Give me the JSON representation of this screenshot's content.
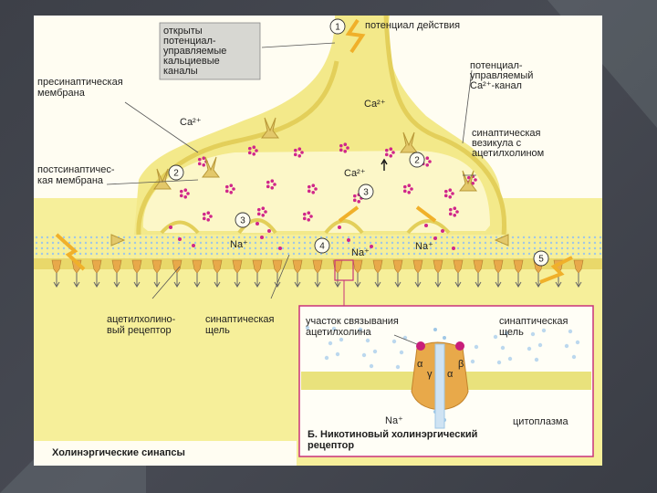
{
  "labels": {
    "channels_open": [
      "открыты",
      "потенциал-",
      "управляемые",
      "кальциевые",
      "каналы"
    ],
    "action_potential": "потенциал действия",
    "presynaptic_membrane": [
      "пресинаптическая",
      "мембрана"
    ],
    "vg_calcium_channel": [
      "потенциал-",
      "управляемый",
      "Ca²⁺-канал"
    ],
    "ca_left": "Ca²⁺",
    "ca_top": "Ca²⁺",
    "ca_inside": "Ca²⁺",
    "synaptic_vesicle": [
      "синаптическая",
      "везикула с",
      "ацетилхолином"
    ],
    "postsynaptic_membrane": [
      "постсинаптичес-",
      "кая мембрана"
    ],
    "na_1": "Na⁺",
    "na_2": "Na⁺",
    "na_3": "Na⁺",
    "ach_receptor": [
      "ацетилхолино-",
      "вый рецептор"
    ],
    "synaptic_cleft": [
      "синаптическая",
      "щель"
    ],
    "caption": "Холинэргические синапсы"
  },
  "steps": [
    "1",
    "2",
    "2",
    "3",
    "3",
    "4",
    "5"
  ],
  "inset": {
    "binding_site": [
      "участок связывания",
      "ацетилхолина"
    ],
    "cleft": [
      "синаптическая",
      "щель"
    ],
    "subunits": [
      "α",
      "γ",
      "α",
      "β"
    ],
    "na": "Na⁺",
    "cytoplasm": "цитоплазма",
    "title": [
      "Б. Никотиновый холинэргический",
      "рецептор"
    ]
  },
  "colors": {
    "cytoplasm": "#f6ef9a",
    "terminal": "#f2e88a",
    "vesicle_area": "#fbf6c4",
    "acetylcholine": "#d0268a",
    "receptor": "#e8a94a",
    "inset_border": "#c8327a",
    "membrane": "#e9d86a"
  }
}
